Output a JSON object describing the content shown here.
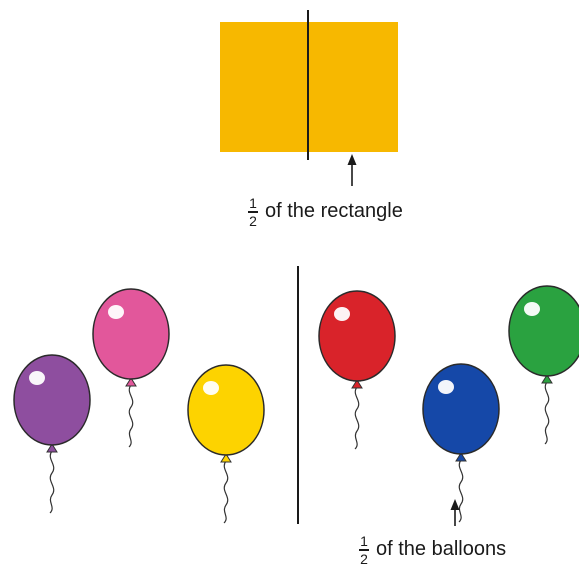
{
  "rectangle_section": {
    "fill_color": "#F7B800",
    "fraction": {
      "numerator": "1",
      "denominator": "2"
    },
    "caption": "of the rectangle"
  },
  "balloons_section": {
    "left_group": [
      {
        "color": "#8E4E9F"
      },
      {
        "color": "#E2579B"
      },
      {
        "color": "#FDD300"
      }
    ],
    "right_group": [
      {
        "color": "#D9232A"
      },
      {
        "color": "#1548A8"
      },
      {
        "color": "#2AA240"
      }
    ],
    "fraction": {
      "numerator": "1",
      "denominator": "2"
    },
    "caption": "of the balloons"
  }
}
